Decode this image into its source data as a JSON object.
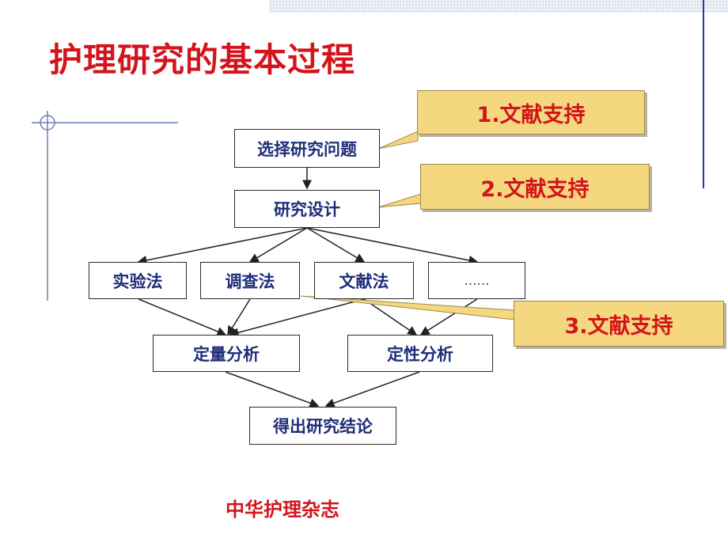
{
  "title": "护理研究的基本过程",
  "flow": {
    "select_problem": "选择研究问题",
    "design": "研究设计",
    "methods": [
      "实验法",
      "调查法",
      "文献法",
      "……"
    ],
    "quantitative": "定量分析",
    "qualitative": "定性分析",
    "conclusion": "得出研究结论"
  },
  "callouts": [
    "1.文献支持",
    "2.文献支持",
    "3.文献支持"
  ],
  "footer": "中华护理杂志",
  "colors": {
    "title": "#d3141c",
    "box_text": "#1e2e78",
    "callout_fill": "#f4d77e",
    "callout_text": "#d3141c",
    "accent_line": "#1d3f9c"
  }
}
